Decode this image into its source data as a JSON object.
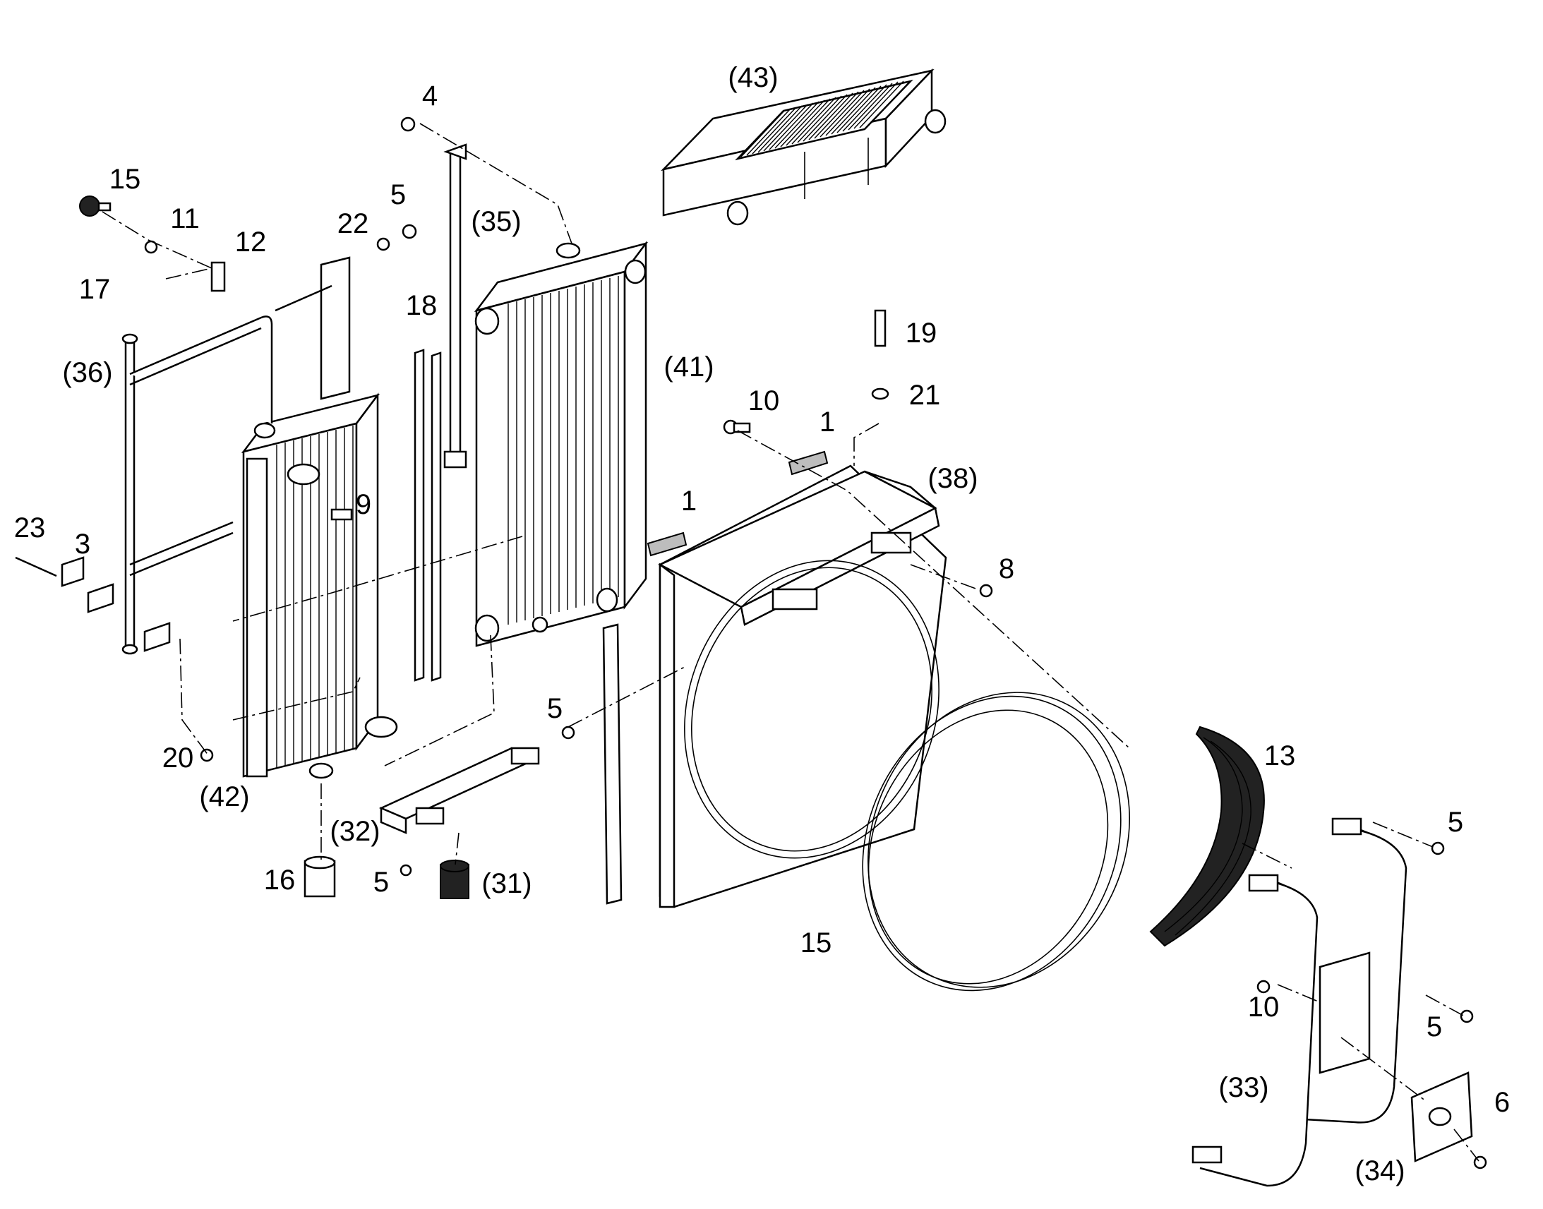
{
  "diagram": {
    "callouts": [
      {
        "id": "c43",
        "text": "(43)",
        "part": "charge-air-cooler"
      },
      {
        "id": "c4",
        "text": "4",
        "part": "bolt"
      },
      {
        "id": "c15a",
        "text": "15",
        "part": "filler-cap"
      },
      {
        "id": "c11",
        "text": "11",
        "part": "washer"
      },
      {
        "id": "c12",
        "text": "12",
        "part": "bracket-plate"
      },
      {
        "id": "c5a",
        "text": "5",
        "part": "bolt"
      },
      {
        "id": "c22",
        "text": "22",
        "part": "washer"
      },
      {
        "id": "c35",
        "text": "(35)",
        "part": "side-rod"
      },
      {
        "id": "c17",
        "text": "17",
        "part": "screw"
      },
      {
        "id": "c18",
        "text": "18",
        "part": "seal-strip"
      },
      {
        "id": "c19",
        "text": "19",
        "part": "bolt"
      },
      {
        "id": "c36",
        "text": "(36)",
        "part": "support-frame"
      },
      {
        "id": "c41",
        "text": "(41)",
        "part": "radiator-core"
      },
      {
        "id": "c10a",
        "text": "10",
        "part": "bolt"
      },
      {
        "id": "c21",
        "text": "21",
        "part": "washer"
      },
      {
        "id": "c1a",
        "text": "1",
        "part": "pad"
      },
      {
        "id": "c38",
        "text": "(38)",
        "part": "fan-shroud"
      },
      {
        "id": "c9",
        "text": "9",
        "part": "fitting"
      },
      {
        "id": "c23",
        "text": "23",
        "part": "long-bolt"
      },
      {
        "id": "c3",
        "text": "3",
        "part": "clamp-plate"
      },
      {
        "id": "c1b",
        "text": "1",
        "part": "pad"
      },
      {
        "id": "c8",
        "text": "8",
        "part": "bolt"
      },
      {
        "id": "c5b",
        "text": "5",
        "part": "bolt"
      },
      {
        "id": "c13",
        "text": "13",
        "part": "fan-guard"
      },
      {
        "id": "c20",
        "text": "20",
        "part": "nut"
      },
      {
        "id": "c42",
        "text": "(42)",
        "part": "oil-cooler"
      },
      {
        "id": "c32",
        "text": "(32)",
        "part": "lower-bracket"
      },
      {
        "id": "c5c",
        "text": "5",
        "part": "bolt"
      },
      {
        "id": "c16",
        "text": "16",
        "part": "rubber-mount"
      },
      {
        "id": "c5d",
        "text": "5",
        "part": "bolt"
      },
      {
        "id": "c31",
        "text": "(31)",
        "part": "rubber-mount"
      },
      {
        "id": "c15b",
        "text": "15",
        "part": "fan-ring"
      },
      {
        "id": "c10b",
        "text": "10",
        "part": "bolt"
      },
      {
        "id": "c5e",
        "text": "5",
        "part": "bolt"
      },
      {
        "id": "c33",
        "text": "(33)",
        "part": "motor-frame"
      },
      {
        "id": "c6",
        "text": "6",
        "part": "nut"
      },
      {
        "id": "c34",
        "text": "(34)",
        "part": "motor-plate"
      }
    ]
  }
}
